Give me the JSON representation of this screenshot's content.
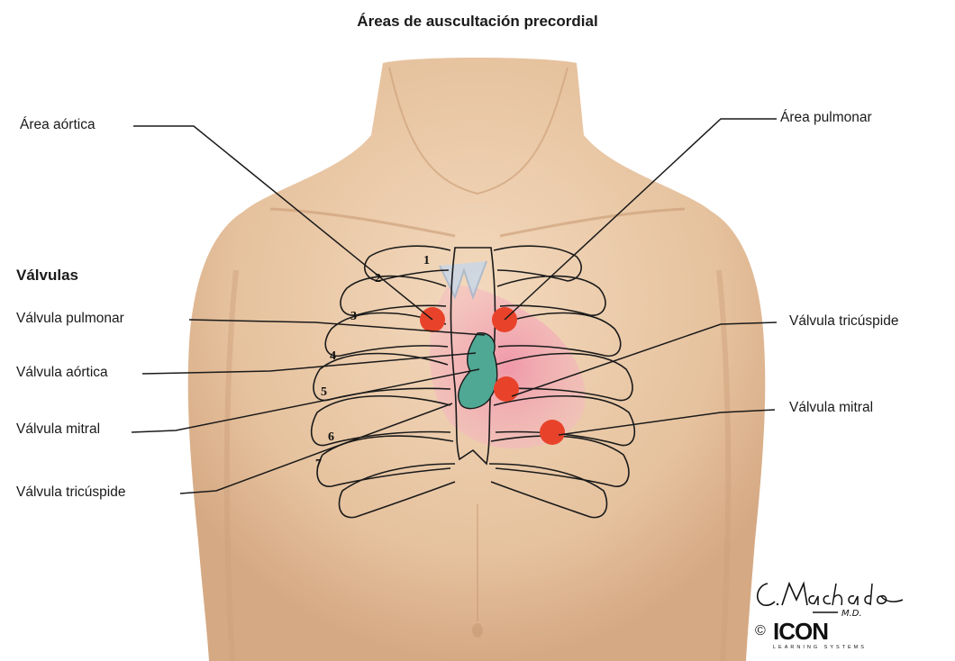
{
  "title": "Áreas de auscultación precordial",
  "labels": {
    "area_aortica": "Área aórtica",
    "area_pulmonar": "Área pulmonar",
    "valvulas_heading": "Válvulas",
    "valvula_pulmonar": "Válvula pulmonar",
    "valvula_aortica": "Válvula aórtica",
    "valvula_mitral_left": "Válvula mitral",
    "valvula_tricuspide_left": "Válvula tricúspide",
    "valvula_tricuspide_right": "Válvula tricúspide",
    "valvula_mitral_right": "Válvula mitral"
  },
  "rib_numbers": [
    "1",
    "2",
    "3",
    "4",
    "5",
    "6",
    "7"
  ],
  "signature": {
    "name": "C.Machado",
    "degree": "M.D.",
    "copyright": "©",
    "brand": "ICON",
    "brand_sub": "LEARNING SYSTEMS"
  },
  "colors": {
    "skin": "#eac9a6",
    "skin_shadow": "#d9ac84",
    "heart": "#e88aa0",
    "valve": "#4fa894",
    "auscultation_point": "#e8432a",
    "lines": "#1a1a1a"
  }
}
